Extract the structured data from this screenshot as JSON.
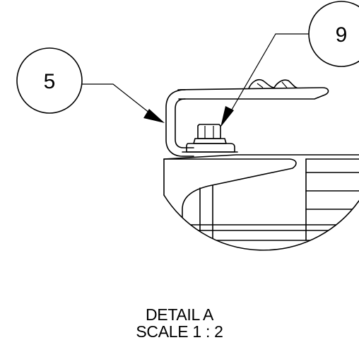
{
  "balloons": {
    "left_label": "5",
    "right_label": "9"
  },
  "detail": {
    "title": "DETAIL A",
    "scale": "SCALE 1 : 2"
  },
  "colors": {
    "line": "#000000",
    "background": "#ffffff"
  }
}
